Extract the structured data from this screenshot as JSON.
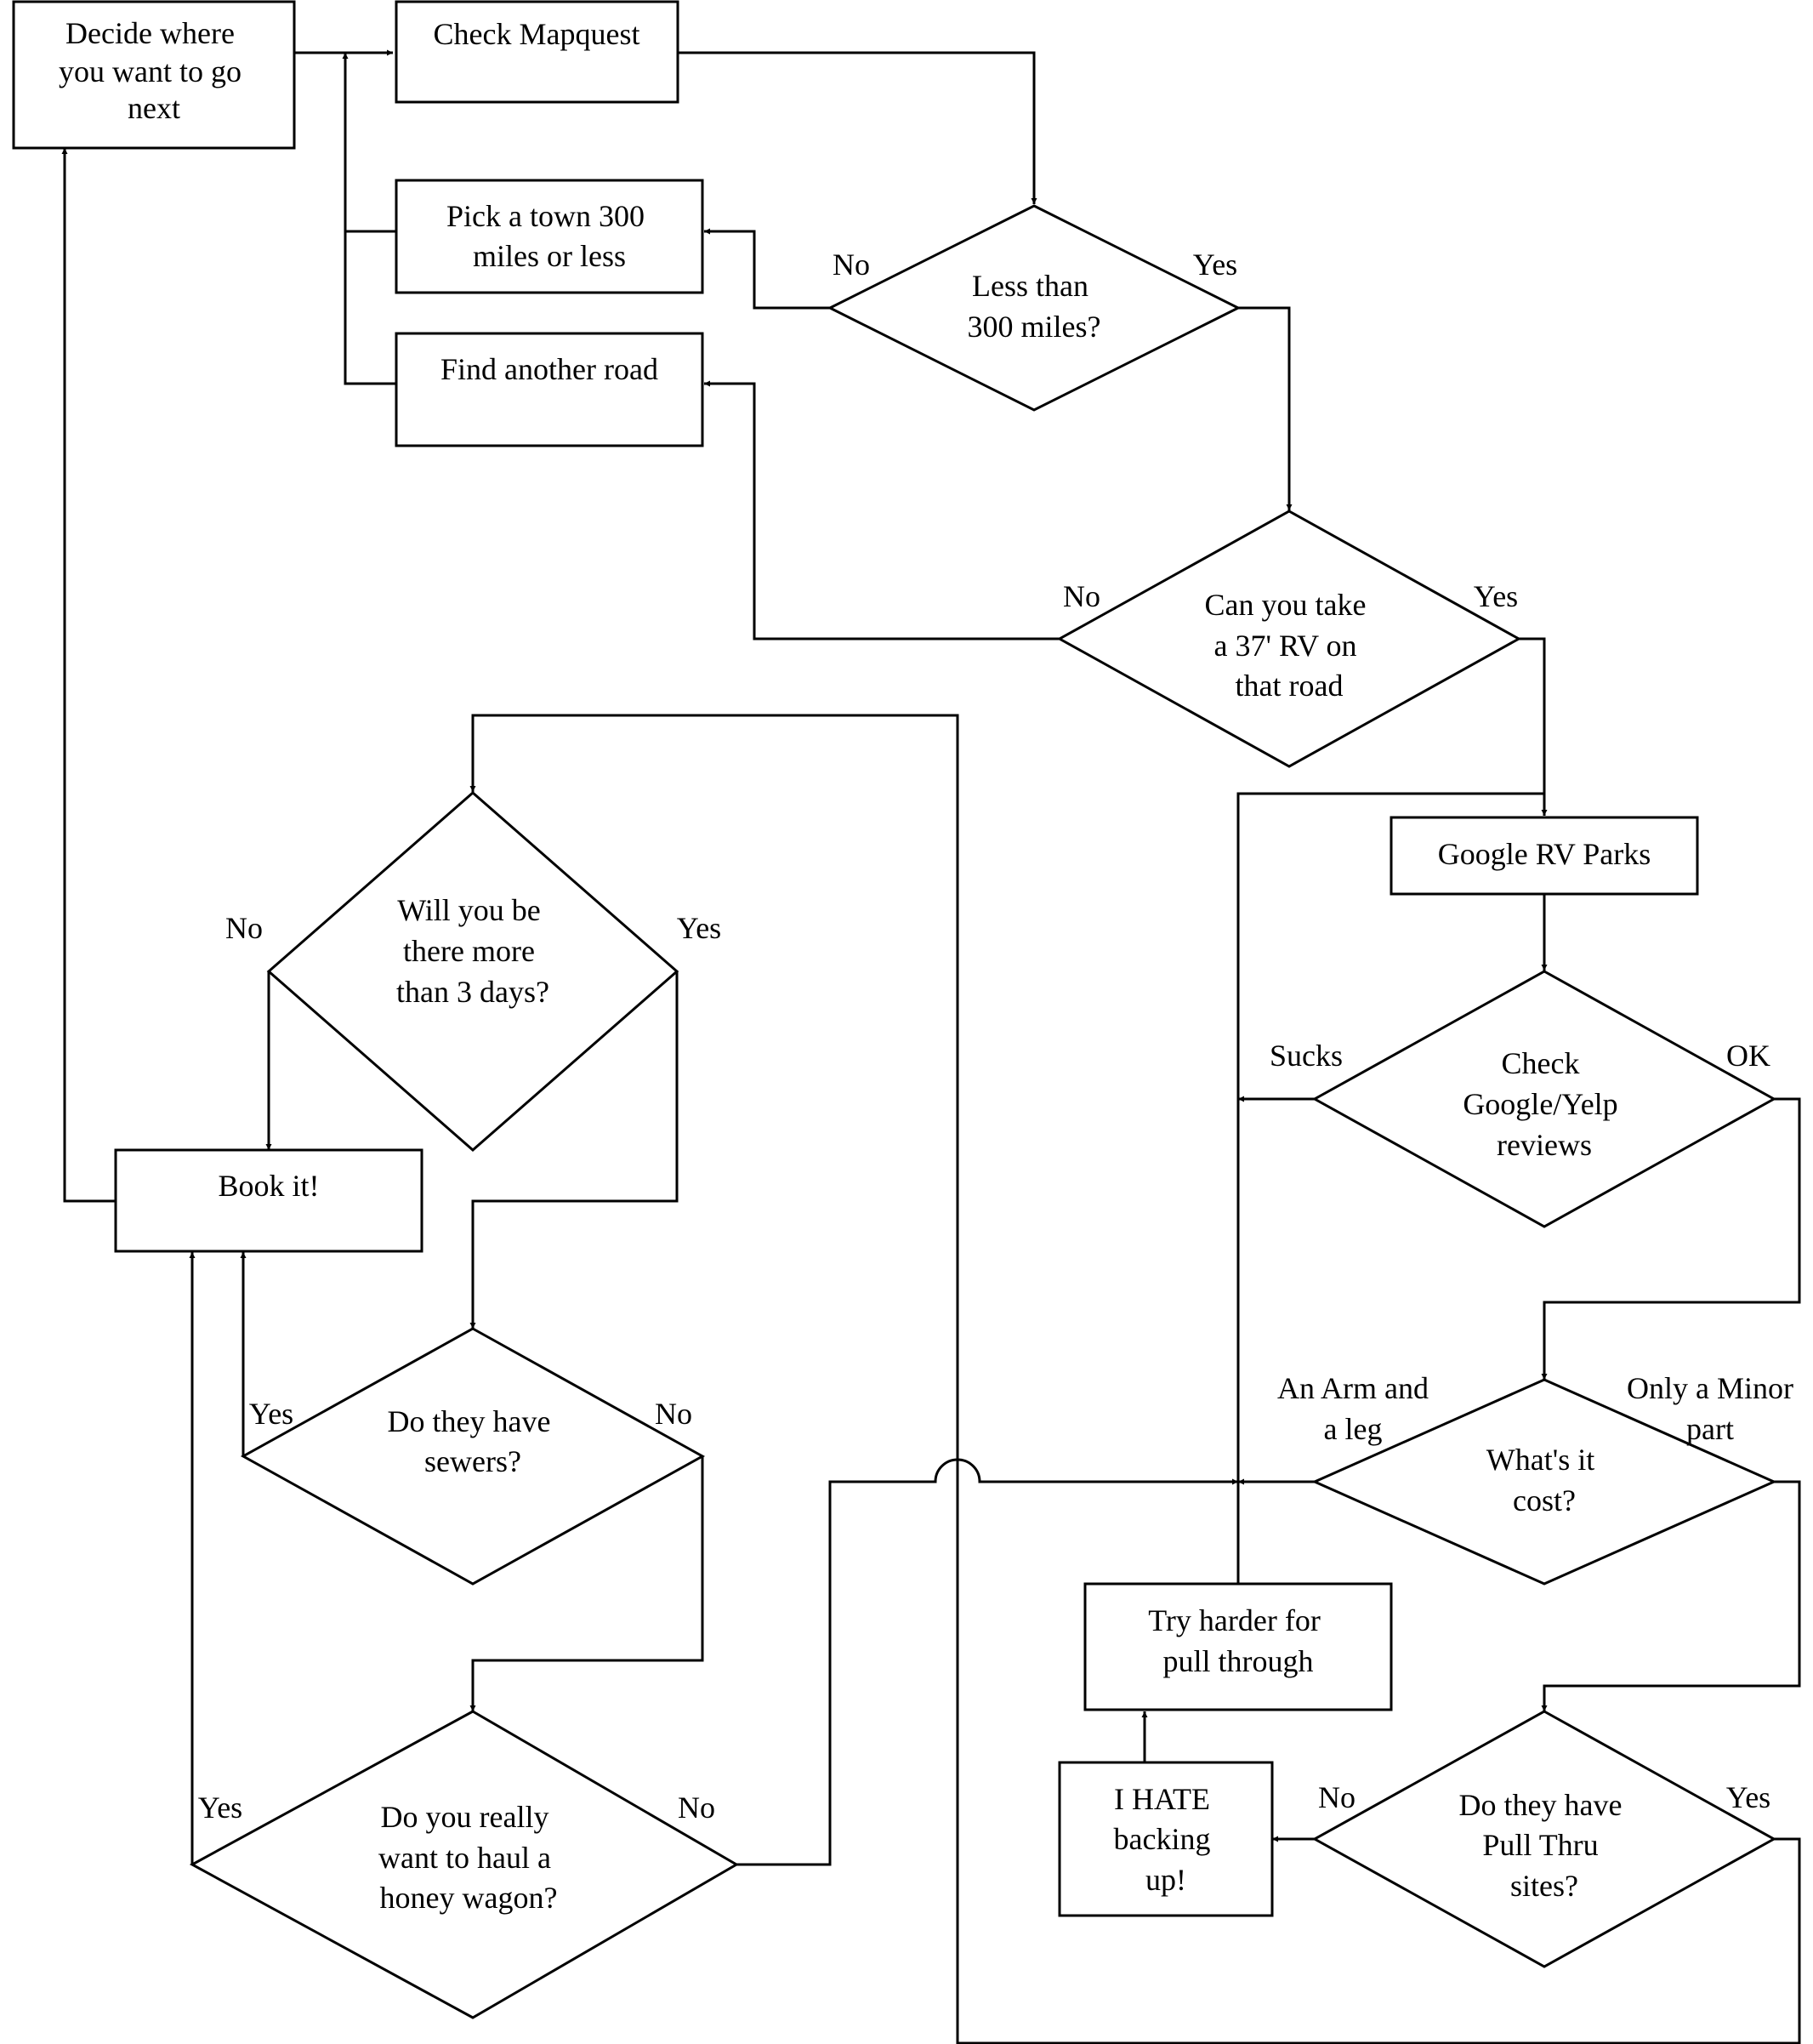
{
  "nodes": {
    "decide": {
      "lines": [
        "Decide where",
        "you want to go",
        "next"
      ]
    },
    "mapquest": {
      "lines": [
        "Check Mapquest"
      ]
    },
    "pick_town": {
      "lines": [
        "Pick a town 300",
        "miles or less"
      ]
    },
    "another_road": {
      "lines": [
        "Find another road"
      ]
    },
    "less300": {
      "lines": [
        "Less than",
        "300 miles?"
      ]
    },
    "rv_road": {
      "lines": [
        "Can you take",
        "a 37' RV on",
        "that road"
      ]
    },
    "google_rv": {
      "lines": [
        "Google RV Parks"
      ]
    },
    "reviews": {
      "lines": [
        "Check",
        "Google/Yelp",
        "reviews"
      ]
    },
    "days3": {
      "lines": [
        "Will you be",
        "there more",
        "than 3 days?"
      ]
    },
    "book": {
      "lines": [
        "Book it!"
      ]
    },
    "sewers": {
      "lines": [
        "Do they have",
        "sewers?"
      ]
    },
    "cost": {
      "lines": [
        "What's it",
        "cost?"
      ]
    },
    "honey": {
      "lines": [
        "Do you really",
        "want to haul a",
        "honey wagon?"
      ]
    },
    "try_harder": {
      "lines": [
        "Try harder for",
        "pull through"
      ]
    },
    "hate": {
      "lines": [
        "I HATE",
        "backing",
        "up!"
      ]
    },
    "pullthru": {
      "lines": [
        "Do they have",
        "Pull Thru",
        "sites?"
      ]
    }
  },
  "edge_labels": {
    "less300_no": "No",
    "less300_yes": "Yes",
    "rv_no": "No",
    "rv_yes": "Yes",
    "days3_no": "No",
    "days3_yes": "Yes",
    "reviews_sucks": "Sucks",
    "reviews_ok": "OK",
    "sewers_yes": "Yes",
    "sewers_no": "No",
    "cost_arm_1": "An Arm and",
    "cost_arm_2": "a leg",
    "cost_minor_1": "Only a Minor",
    "cost_minor_2": "part",
    "honey_yes": "Yes",
    "honey_no": "No",
    "pull_no": "No",
    "pull_yes": "Yes"
  }
}
